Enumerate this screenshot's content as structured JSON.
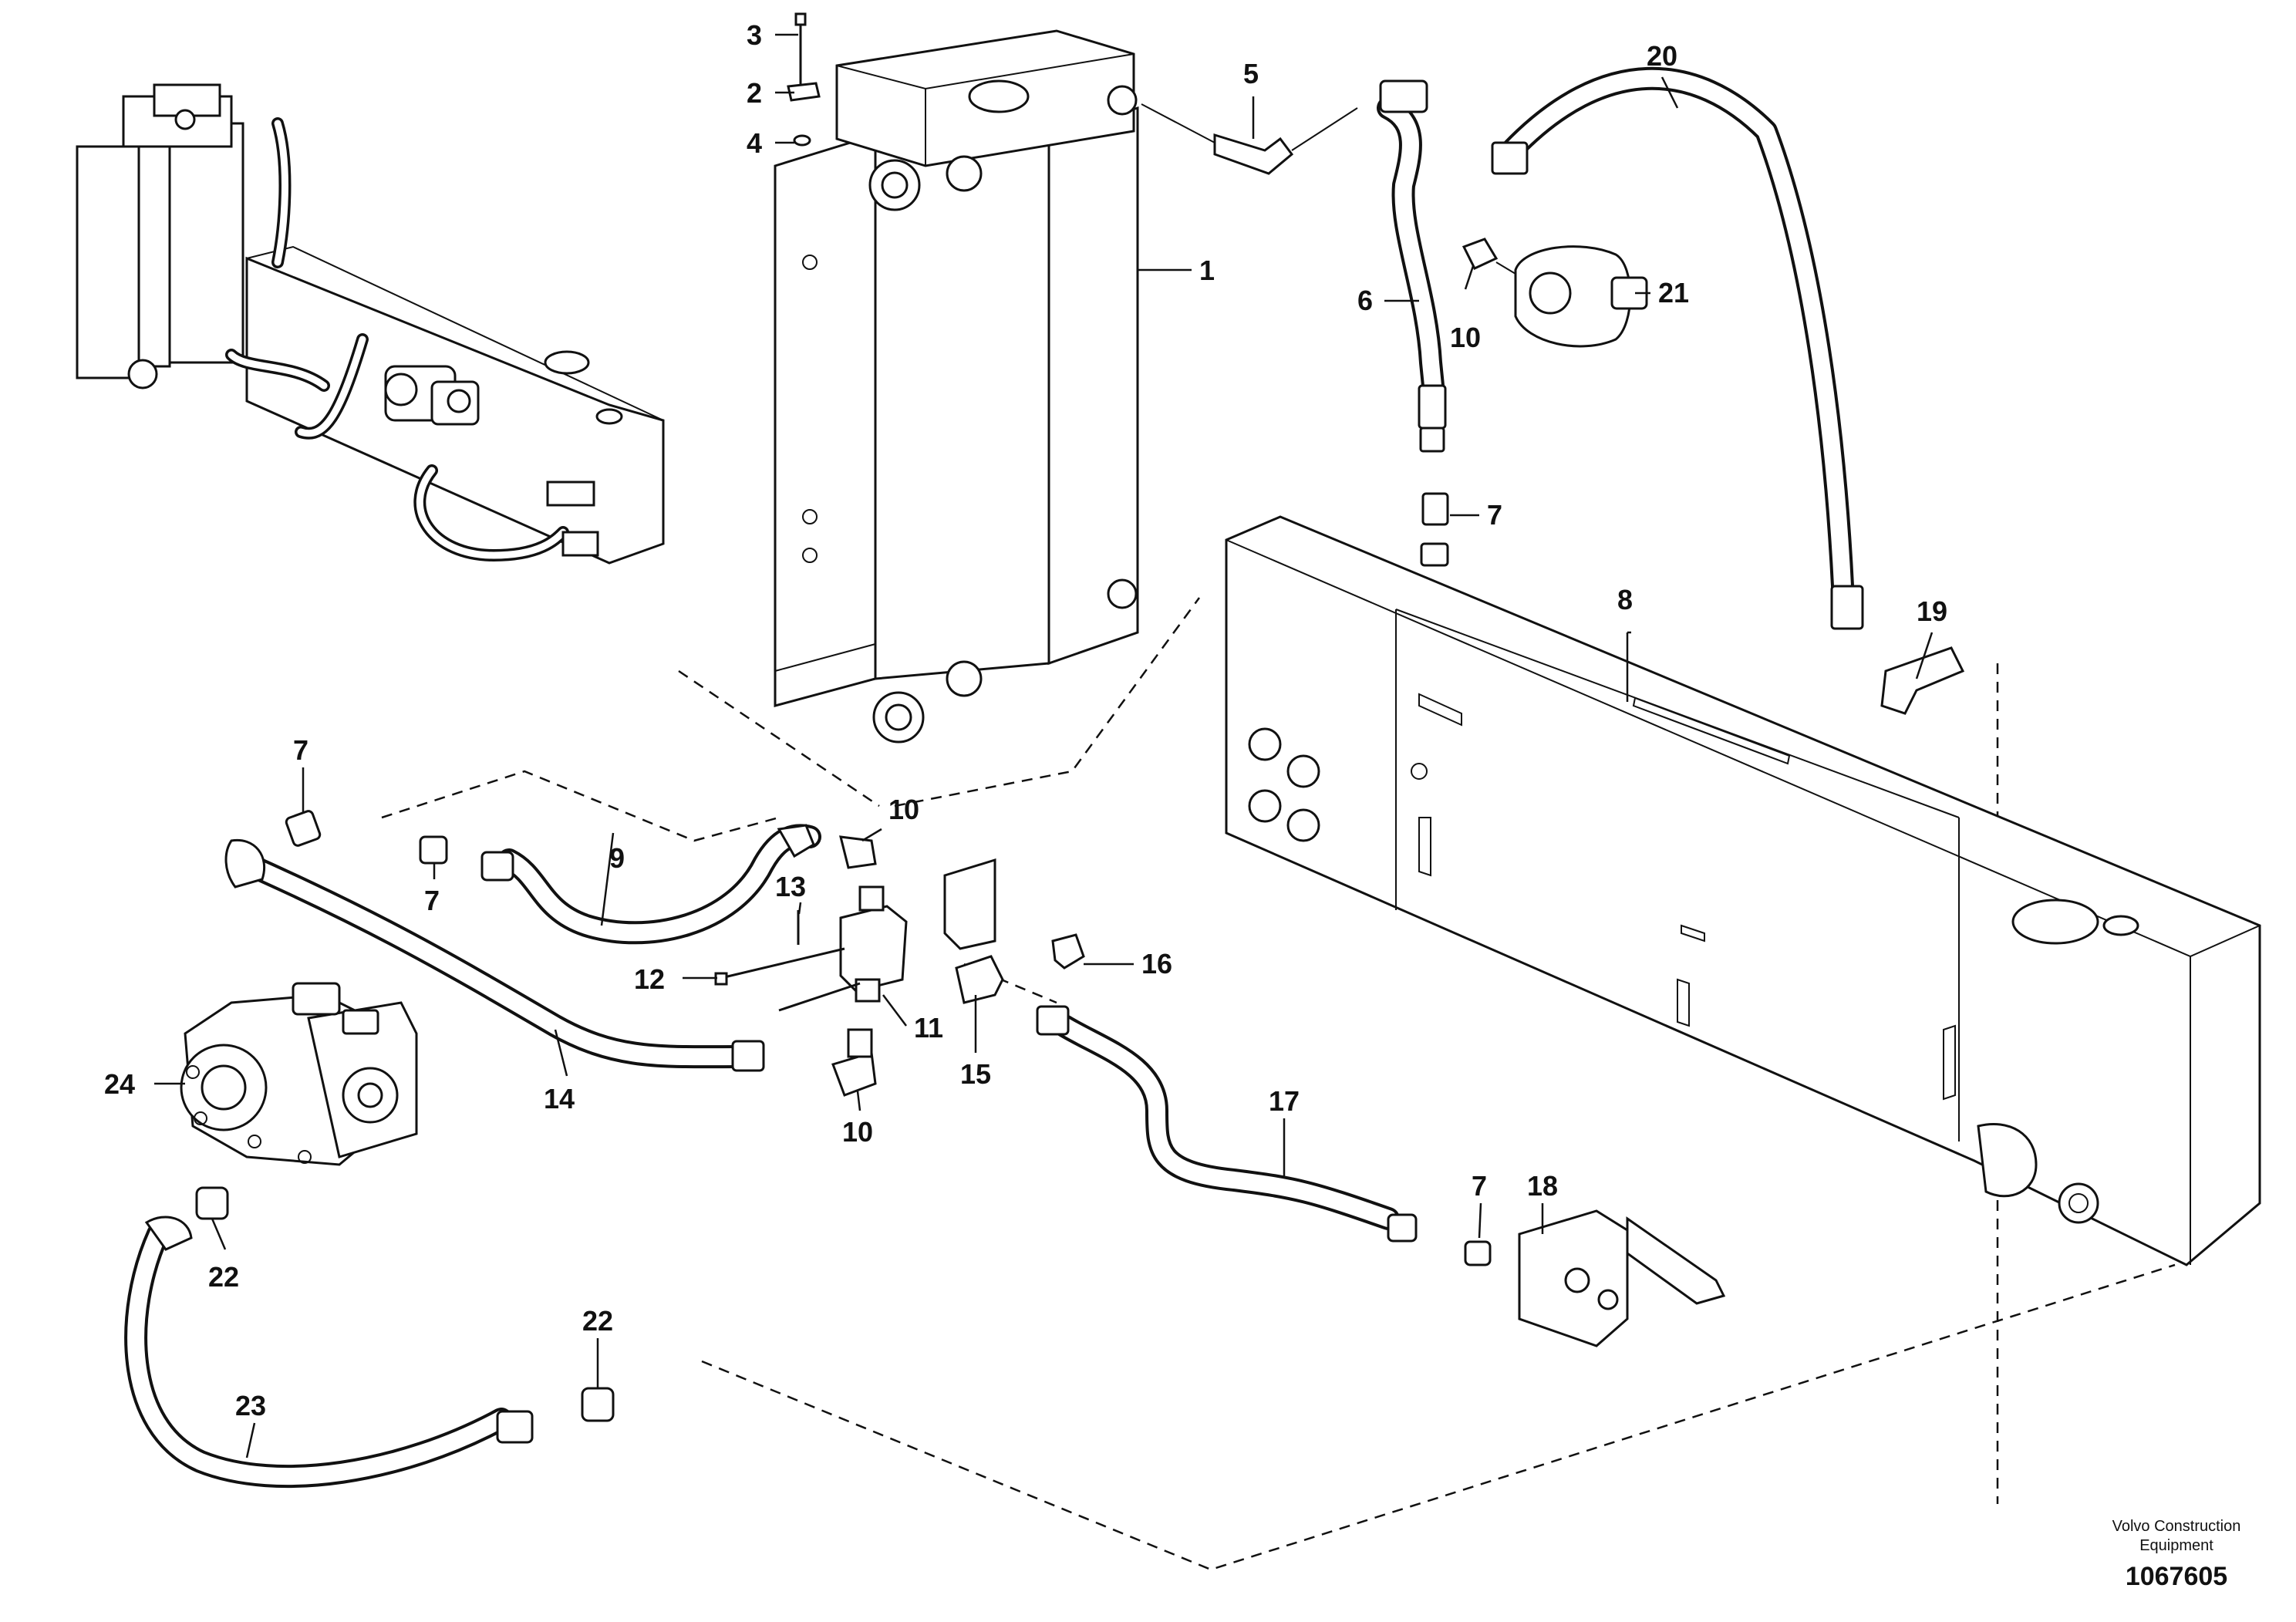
{
  "callouts": [
    {
      "id": "c1",
      "text": "1"
    },
    {
      "id": "c2",
      "text": "2"
    },
    {
      "id": "c3",
      "text": "3"
    },
    {
      "id": "c4",
      "text": "4"
    },
    {
      "id": "c5",
      "text": "5"
    },
    {
      "id": "c6",
      "text": "6"
    },
    {
      "id": "c7a",
      "text": "7"
    },
    {
      "id": "c7b",
      "text": "7"
    },
    {
      "id": "c7c",
      "text": "7"
    },
    {
      "id": "c7d",
      "text": "7"
    },
    {
      "id": "c8",
      "text": "8"
    },
    {
      "id": "c9",
      "text": "9"
    },
    {
      "id": "c10a",
      "text": "10"
    },
    {
      "id": "c10b",
      "text": "10"
    },
    {
      "id": "c10c",
      "text": "10"
    },
    {
      "id": "c11",
      "text": "11"
    },
    {
      "id": "c12",
      "text": "12"
    },
    {
      "id": "c13",
      "text": "13"
    },
    {
      "id": "c14",
      "text": "14"
    },
    {
      "id": "c15",
      "text": "15"
    },
    {
      "id": "c16",
      "text": "16"
    },
    {
      "id": "c17",
      "text": "17"
    },
    {
      "id": "c18",
      "text": "18"
    },
    {
      "id": "c19",
      "text": "19"
    },
    {
      "id": "c20",
      "text": "20"
    },
    {
      "id": "c21",
      "text": "21"
    },
    {
      "id": "c22a",
      "text": "22"
    },
    {
      "id": "c22b",
      "text": "22"
    },
    {
      "id": "c23",
      "text": "23"
    },
    {
      "id": "c24",
      "text": "24"
    }
  ],
  "footer": {
    "brand_line1": "Volvo Construction",
    "brand_line2": "Equipment",
    "doc_number": "1067605"
  }
}
